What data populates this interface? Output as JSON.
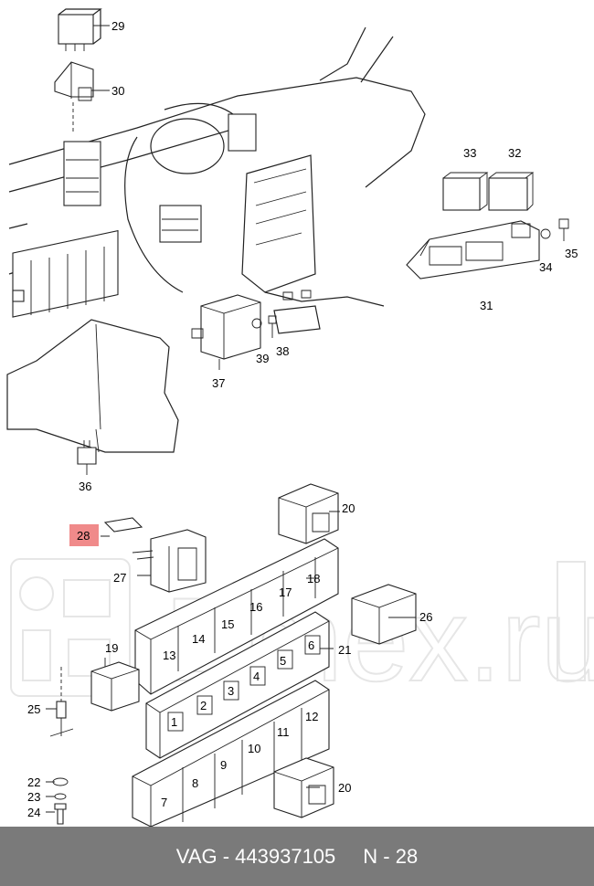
{
  "watermark": {
    "text": "Emex.ru"
  },
  "callouts": {
    "p29": "29",
    "p30": "30",
    "p33": "33",
    "p32": "32",
    "p35": "35",
    "p34": "34",
    "p31": "31",
    "p39": "39",
    "p38": "38",
    "p37": "37",
    "p36": "36",
    "p20a": "20",
    "p28": "28",
    "p27": "27",
    "p18": "18",
    "p16": "16",
    "p17": "17",
    "p15": "15",
    "p14": "14",
    "p13": "13",
    "p26": "26",
    "p21": "21",
    "p19": "19",
    "p5": "5",
    "p6": "6",
    "p4": "4",
    "p3": "3",
    "p2": "2",
    "p1": "1",
    "p25": "25",
    "p12": "12",
    "p11": "11",
    "p10": "10",
    "p9": "9",
    "p8": "8",
    "p7": "7",
    "p22": "22",
    "p23": "23",
    "p24": "24",
    "p20b": "20"
  },
  "highlight_color": "#f08a8a",
  "footer": {
    "part_number": "VAG - 443937105",
    "ref": "N - 28"
  }
}
